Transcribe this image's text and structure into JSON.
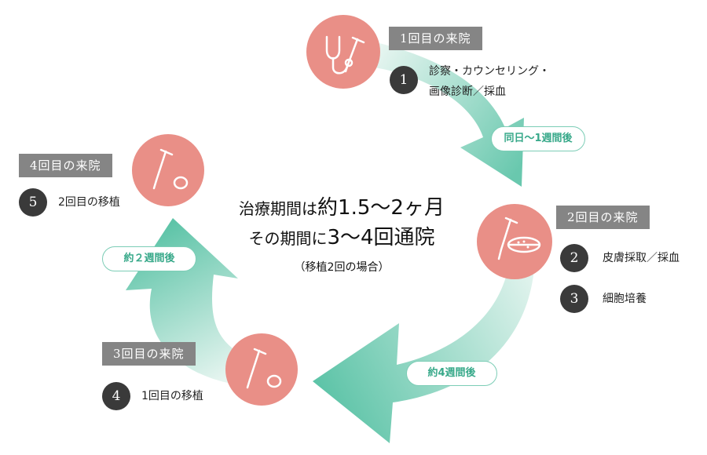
{
  "center": {
    "line1_prefix": "治療期間は",
    "line1_value": "約1.5〜2ヶ月",
    "line2_prefix": "その期間に",
    "line2_value": "3〜4回通院",
    "note": "（移植2回の場合）"
  },
  "visits": [
    {
      "tag": "1回目の来院",
      "steps": [
        {
          "num": "1",
          "text_lines": [
            "診察・カウンセリング・",
            "画像診断／採血"
          ]
        }
      ]
    },
    {
      "tag": "2回目の来院",
      "steps": [
        {
          "num": "2",
          "text_lines": [
            "皮膚採取／採血"
          ]
        },
        {
          "num": "3",
          "text_lines": [
            "細胞培養"
          ]
        }
      ]
    },
    {
      "tag": "3回目の来院",
      "steps": [
        {
          "num": "4",
          "text_lines": [
            "1回目の移植"
          ]
        }
      ]
    },
    {
      "tag": "4回目の来院",
      "steps": [
        {
          "num": "5",
          "text_lines": [
            "2回目の移植"
          ]
        }
      ]
    }
  ],
  "intervals": [
    "同日〜1週間後",
    "約4週間後",
    "約２週間後"
  ],
  "icons": [
    "stethoscope-syringe-icon",
    "syringe-petri-dish-icon",
    "syringe-vial-icon",
    "syringe-vial-icon"
  ],
  "colors": {
    "icon_circle": "#e98f87",
    "arrow_light": "#e6f5f0",
    "arrow_dark": "#5ec4a8",
    "tag_bg": "#858585",
    "step_circle": "#3a3a3a",
    "interval_text": "#38a98a"
  }
}
